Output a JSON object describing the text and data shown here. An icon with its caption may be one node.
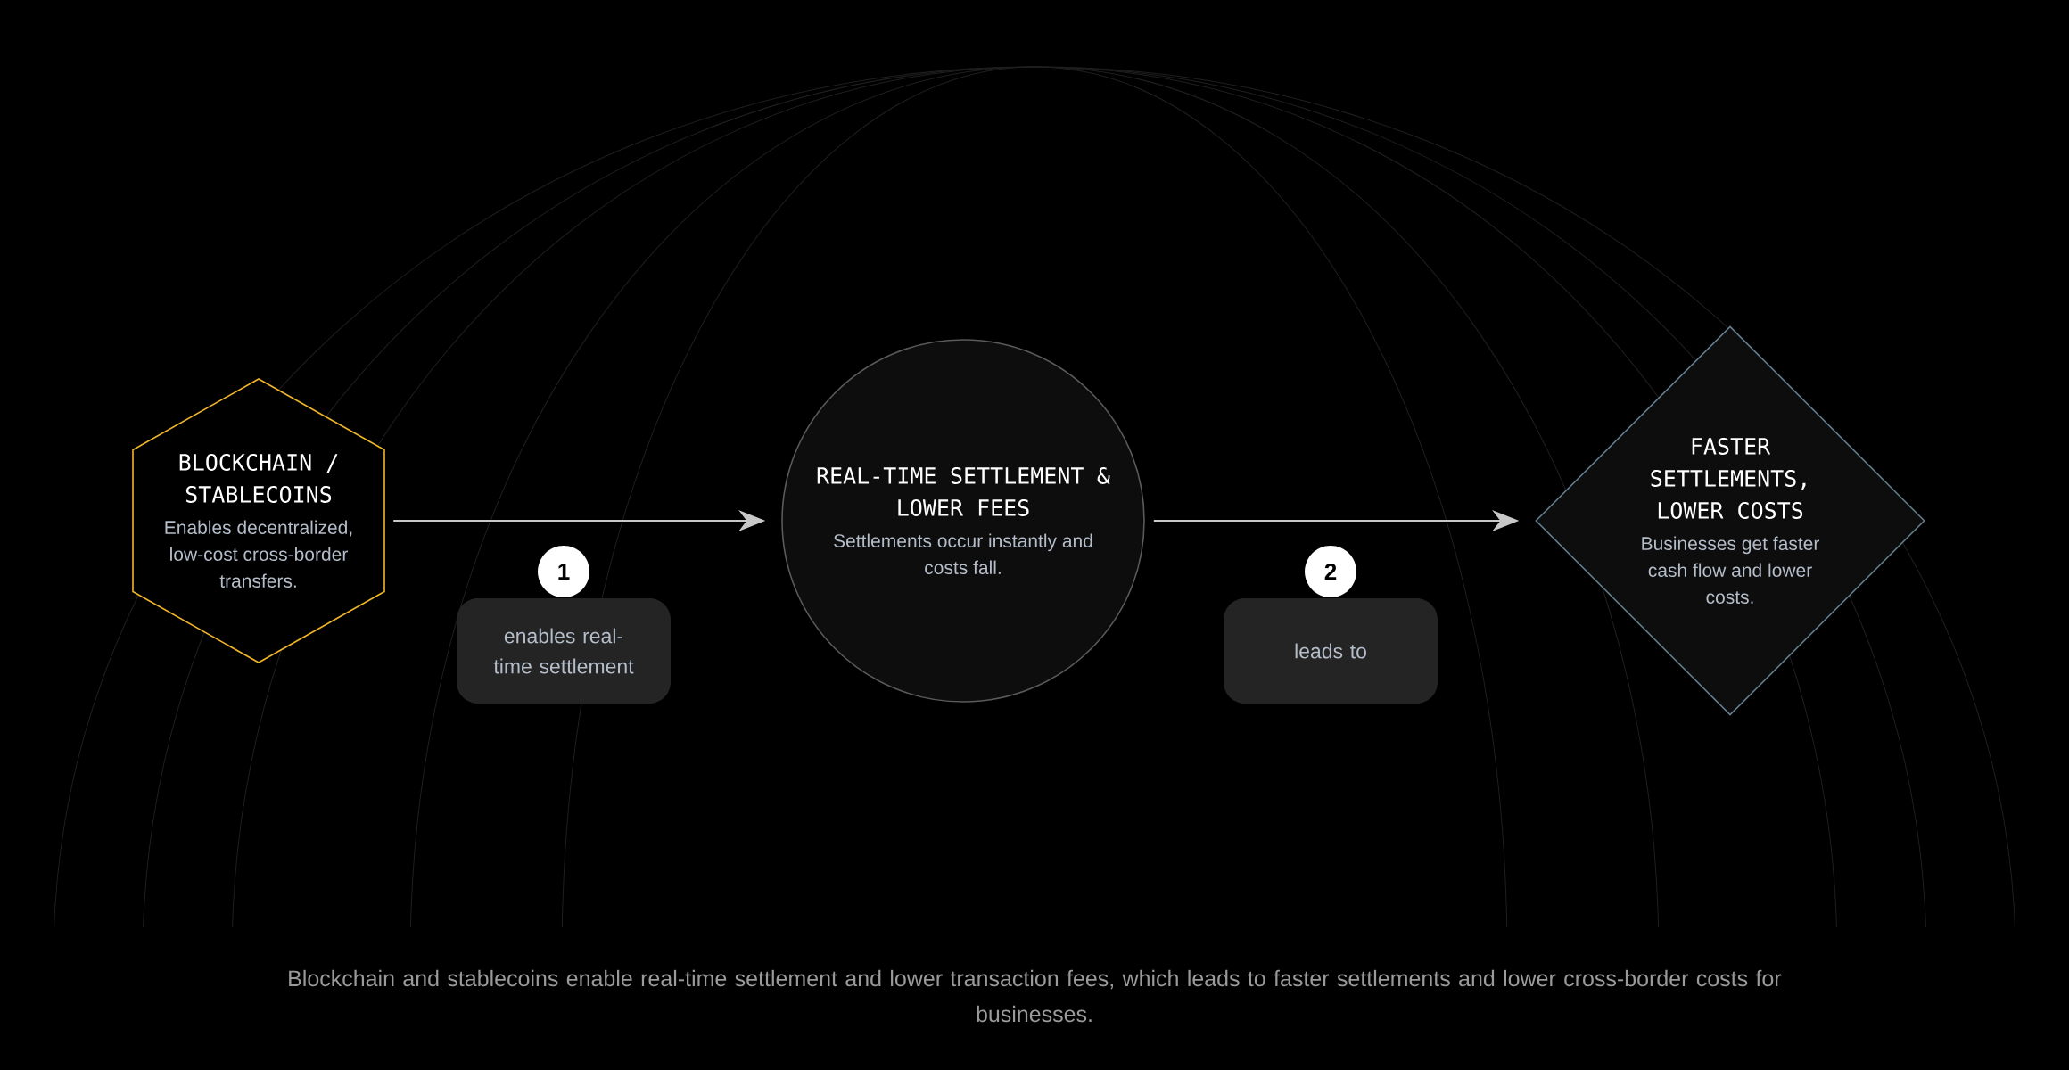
{
  "diagram": {
    "caption": "Blockchain and stablecoins enable real-time settlement and lower transaction fees, which leads to faster settlements and lower cross-border costs for businesses.",
    "nodes": [
      {
        "text": [
          "BLOCKCHAIN / STABLECOINS",
          "Enables decentralized, low-cost cross-border transfers."
        ]
      },
      {
        "text": [
          "REAL-TIME SETTLEMENT & LOWER FEES",
          "Settlements occur instantly and costs fall."
        ]
      },
      {
        "text": [
          "FASTER SETTLEMENTS, LOWER COSTS",
          "Businesses get faster cash flow and lower costs."
        ]
      }
    ],
    "edges": [
      {
        "from": 0,
        "to": 1,
        "arrow": "to"
      },
      {
        "from": 1,
        "to": 2,
        "arrow": "to"
      }
    ],
    "labels": [
      "1",
      "enables real-time settlement",
      "2",
      "leads to"
    ]
  }
}
